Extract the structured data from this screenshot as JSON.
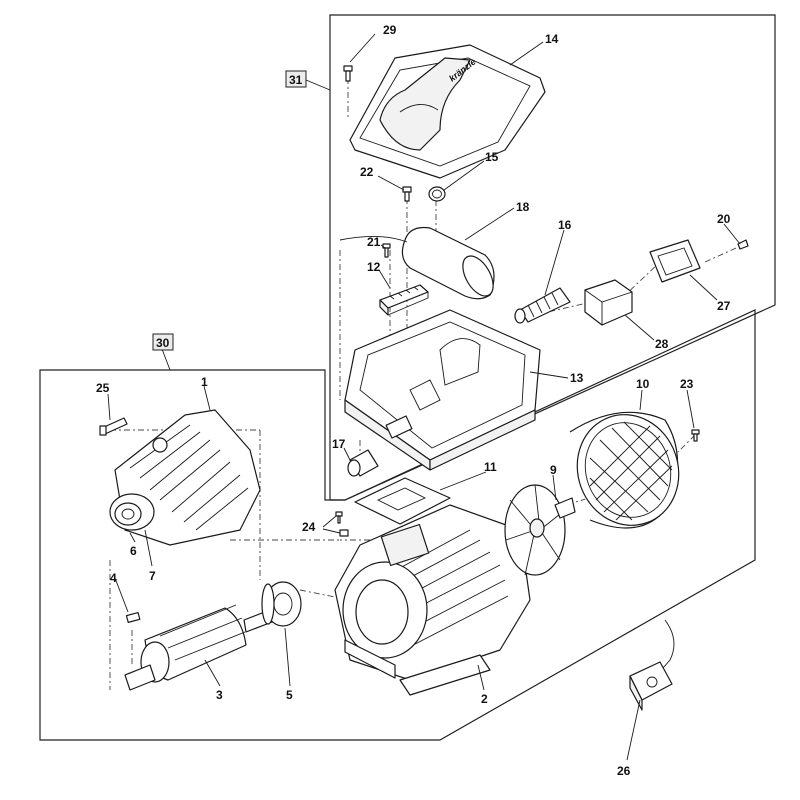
{
  "diagram": {
    "group_labels": [
      {
        "id": "31",
        "text": "31"
      },
      {
        "id": "30",
        "text": "30"
      }
    ],
    "callouts": [
      {
        "id": "29",
        "text": "29"
      },
      {
        "id": "14",
        "text": "14"
      },
      {
        "id": "22",
        "text": "22"
      },
      {
        "id": "15",
        "text": "15"
      },
      {
        "id": "18",
        "text": "18"
      },
      {
        "id": "21",
        "text": "21"
      },
      {
        "id": "12",
        "text": "12"
      },
      {
        "id": "16",
        "text": "16"
      },
      {
        "id": "20",
        "text": "20"
      },
      {
        "id": "27",
        "text": "27"
      },
      {
        "id": "28",
        "text": "28"
      },
      {
        "id": "13",
        "text": "13"
      },
      {
        "id": "25",
        "text": "25"
      },
      {
        "id": "1",
        "text": "1"
      },
      {
        "id": "10",
        "text": "10"
      },
      {
        "id": "23",
        "text": "23"
      },
      {
        "id": "17",
        "text": "17"
      },
      {
        "id": "11",
        "text": "11"
      },
      {
        "id": "9",
        "text": "9"
      },
      {
        "id": "24",
        "text": "24"
      },
      {
        "id": "6",
        "text": "6"
      },
      {
        "id": "7",
        "text": "7"
      },
      {
        "id": "4",
        "text": "4"
      },
      {
        "id": "3",
        "text": "3"
      },
      {
        "id": "5",
        "text": "5"
      },
      {
        "id": "2",
        "text": "2"
      },
      {
        "id": "26",
        "text": "26"
      }
    ],
    "logo_text": "kränzle"
  }
}
